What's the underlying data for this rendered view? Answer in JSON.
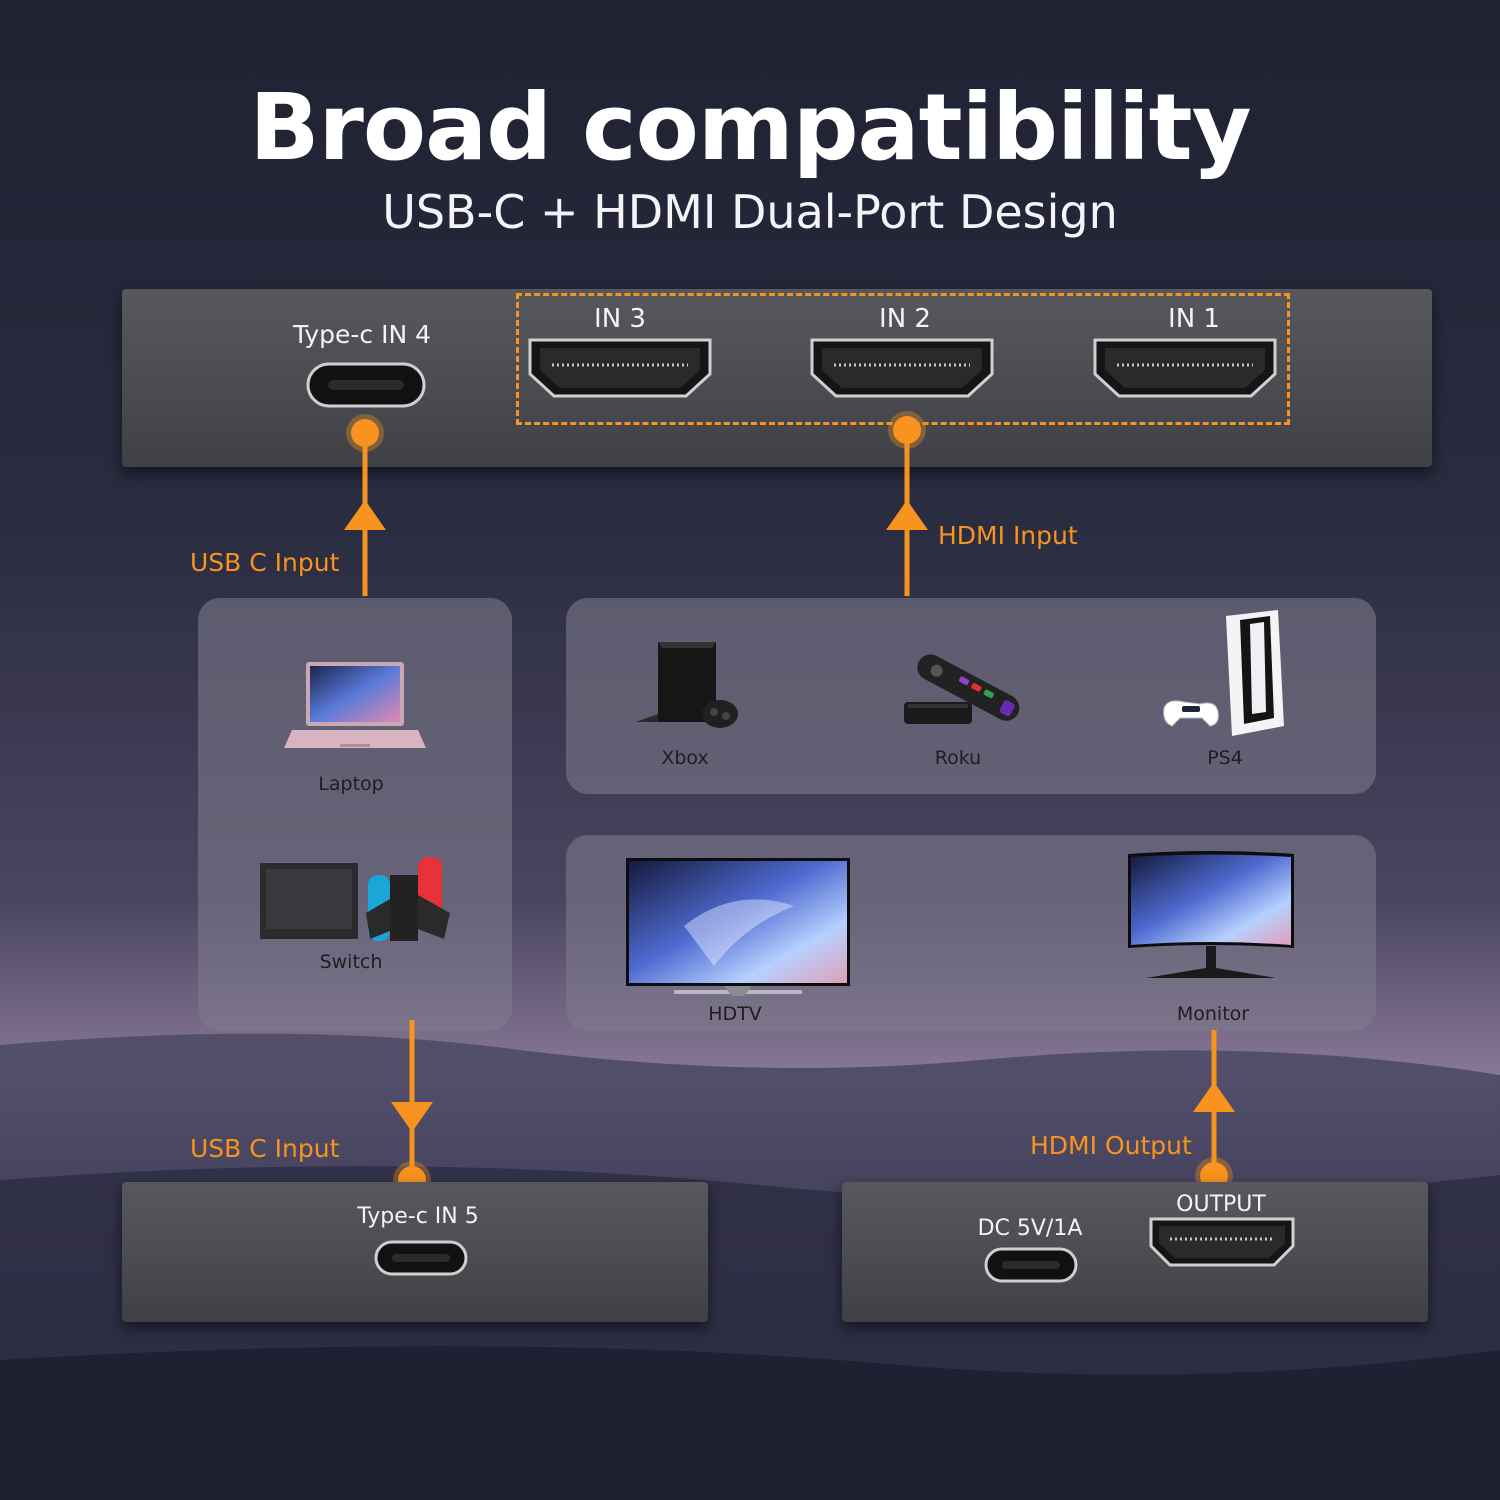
{
  "title": "Broad compatibility",
  "subtitle": "USB-C + HDMI Dual-Port Design",
  "accent_color": "#f7931e",
  "top_panel": {
    "typec_label": "Type-c IN 4",
    "hdmi_labels": [
      "IN 3",
      "IN 2",
      "IN 1"
    ]
  },
  "arrows": {
    "usbc_input_top": "USB C Input",
    "hdmi_input": "HDMI Input",
    "usbc_input_bottom": "USB C Input",
    "hdmi_output": "HDMI Output"
  },
  "usb_devices": [
    "Laptop",
    "Switch"
  ],
  "hdmi_sources": [
    "Xbox",
    "Roku",
    "PS4"
  ],
  "displays": [
    "HDTV",
    "Monitor"
  ],
  "bottom_left_panel": {
    "typec_label": "Type-c IN 5"
  },
  "bottom_right_panel": {
    "dc_label": "DC 5V/1A",
    "output_label": "OUTPUT"
  },
  "icons": [
    "laptop-icon",
    "nintendo-switch-icon",
    "xbox-console-icon",
    "roku-device-icon",
    "ps5-console-icon",
    "hdtv-icon",
    "monitor-icon",
    "usb-c-port-icon",
    "hdmi-port-icon"
  ]
}
